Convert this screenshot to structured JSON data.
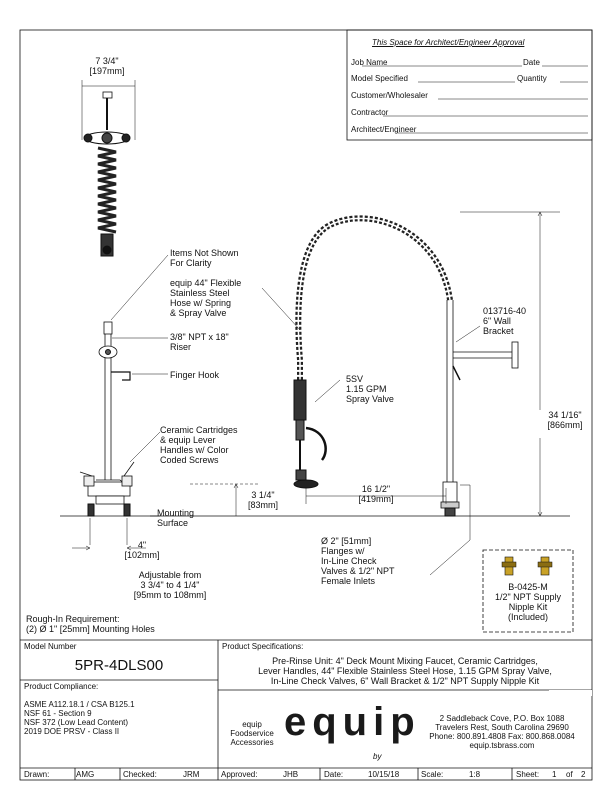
{
  "approval": {
    "title": "This Space for Architect/Engineer Approval",
    "fields": [
      "Job Name",
      "Date",
      "Model Specified",
      "Quantity",
      "Customer/Wholesaler",
      "Contractor",
      "Architect/Engineer"
    ]
  },
  "dimensions": {
    "top_width": [
      "7 3/4\"",
      "[197mm]"
    ],
    "riser_height": [
      "34 1/16\"",
      "[866mm]"
    ],
    "spout_height": [
      "3 1/4\"",
      "[83mm]"
    ],
    "reach": [
      "16 1/2\"",
      "[419mm]"
    ],
    "center": [
      "4\"",
      "[102mm]"
    ]
  },
  "callouts": {
    "items_not_shown": [
      "Items Not Shown",
      "For Clarity"
    ],
    "hose": [
      "equip 44\" Flexible",
      "Stainless Steel",
      "Hose w/ Spring",
      "& Spray Valve"
    ],
    "riser": [
      "3/8\" NPT x 18\"",
      "Riser"
    ],
    "finger_hook": "Finger Hook",
    "cartridges": [
      "Ceramic Cartridges",
      "& equip Lever",
      "Handles w/ Color",
      "Coded Screws"
    ],
    "spray_valve": [
      "5SV",
      "1.15 GPM",
      "Spray Valve"
    ],
    "bracket": [
      "013716-40",
      "6\" Wall",
      "Bracket"
    ],
    "mounting": [
      "Mounting",
      "Surface"
    ],
    "adjustable": [
      "Adjustable from",
      "3 3/4\" to 4 1/4\"",
      "[95mm to 108mm]"
    ],
    "flanges": [
      "Ø 2\" [51mm]",
      "Flanges w/",
      "In-Line Check",
      "Valves & 1/2\" NPT",
      "Female Inlets"
    ],
    "nipple_kit": [
      "B-0425-M",
      "1/2\" NPT Supply",
      "Nipple Kit",
      "(Included)"
    ]
  },
  "rough_in": [
    "Rough-In Requirement:",
    "(2) Ø 1\" [25mm] Mounting Holes"
  ],
  "model_number_label": "Model Number",
  "model_number": "5PR-4DLS00",
  "product_specs_label": "Product Specifications:",
  "product_specs": [
    "Pre-Rinse Unit: 4\" Deck Mount Mixing Faucet, Ceramic Cartridges,",
    "Lever Handles, 44\" Flexible Stainless Steel Hose, 1.15 GPM Spray Valve,",
    "In-Line Check Valves, 6\" Wall Bracket & 1/2\" NPT Supply Nipple Kit"
  ],
  "compliance_label": "Product Compliance:",
  "compliance": [
    "ASME A112.18.1 / CSA B125.1",
    "NSF 61 - Section 9",
    "NSF 372 (Low Lead Content)",
    "2019 DOE PRSV - Class II"
  ],
  "brand": {
    "tag": [
      "equip",
      "Foodservice",
      "Accessories"
    ],
    "logo": "equip",
    "logo_by": "by",
    "address": [
      "2 Saddleback Cove, P.O. Box 1088",
      "Travelers Rest, South Carolina 29690",
      "Phone: 800.891.4808  Fax: 800.868.0084",
      "equip.tsbrass.com"
    ]
  },
  "footer": {
    "drawn_label": "Drawn:",
    "drawn": "AMG",
    "checked_label": "Checked:",
    "checked": "JRM",
    "approved_label": "Approved:",
    "approved": "JHB",
    "date_label": "Date:",
    "date": "10/15/18",
    "scale_label": "Scale:",
    "scale": "1:8",
    "sheet_label": "Sheet:",
    "sheet": "1",
    "sheet_of": "of",
    "sheet_total": "2"
  },
  "colors": {
    "line": "#111111",
    "brand_dark": "#1a1a1a"
  }
}
